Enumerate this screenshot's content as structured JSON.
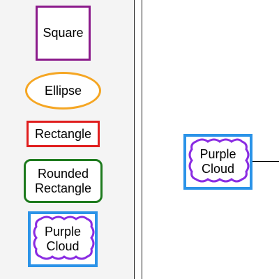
{
  "palette": {
    "square_label": "Square",
    "ellipse_label": "Ellipse",
    "rectangle_label": "Rectangle",
    "rounded_label_line1": "Rounded",
    "rounded_label_line2": "Rectangle",
    "cloud_label_line1": "Purple",
    "cloud_label_line2": "Cloud"
  },
  "canvas": {
    "cloud_label_line1": "Purple",
    "cloud_label_line2": "Cloud"
  },
  "colors": {
    "square_border": "#8b1a8b",
    "ellipse_border": "#f5a623",
    "rectangle_border": "#e01e1e",
    "rounded_border": "#1d7a1d",
    "cloud_stroke": "#8a2be2",
    "selection_border": "#2b93e8"
  }
}
